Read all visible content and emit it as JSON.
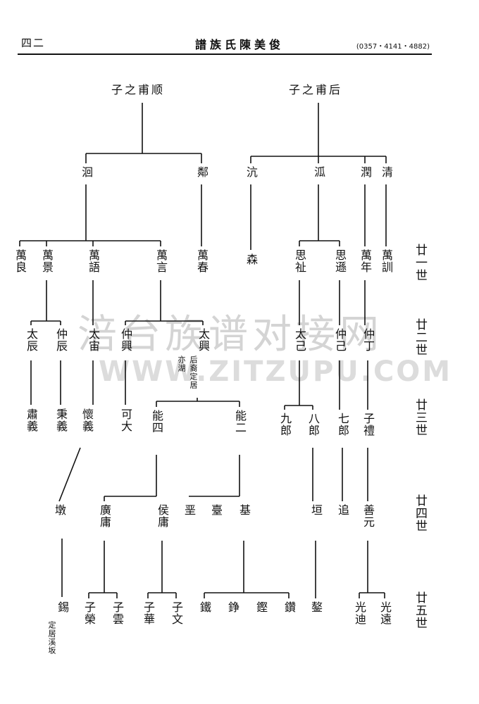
{
  "header": {
    "page_number": "四二",
    "title": "譜族氏陳美俊",
    "phone": "(0357・4141・4882)"
  },
  "watermark": {
    "chinese": "涪台族谱对接网",
    "latin": "WWW.ZITZUPU.COM"
  },
  "generations": [
    "廿一世",
    "廿二世",
    "廿三世",
    "廿四世",
    "廿五世"
  ],
  "roots": [
    "子之甫顺",
    "子之甫后"
  ],
  "gen20": [
    "洄",
    "鄰",
    "沆",
    "泒",
    "潤",
    "清"
  ],
  "gen21": [
    "萬良",
    "萬景",
    "萬語",
    "萬言",
    "萬春",
    "森",
    "思祉",
    "思遜",
    "萬年",
    "萬訓"
  ],
  "gen22": [
    "太辰",
    "仲辰",
    "太宙",
    "仲興",
    "太興",
    "太己",
    "仲己",
    "仲丁"
  ],
  "gen22_note": [
    "后裔定居",
    "亦湖"
  ],
  "gen23": [
    "肅義",
    "秉義",
    "懷義",
    "可大",
    "能四",
    "能二",
    "九郎",
    "八郎",
    "七郎",
    "子禮"
  ],
  "gen24": [
    "墩",
    "廣庸",
    "侯庸",
    "垩",
    "臺",
    "基",
    "垣",
    "追",
    "善元"
  ],
  "gen25": [
    "錫",
    "子榮",
    "子雲",
    "子華",
    "子文",
    "鐵",
    "錚",
    "鏗",
    "鑽",
    "鏊",
    "光迪",
    "光遠"
  ],
  "gen25_note": "定居溪坂"
}
